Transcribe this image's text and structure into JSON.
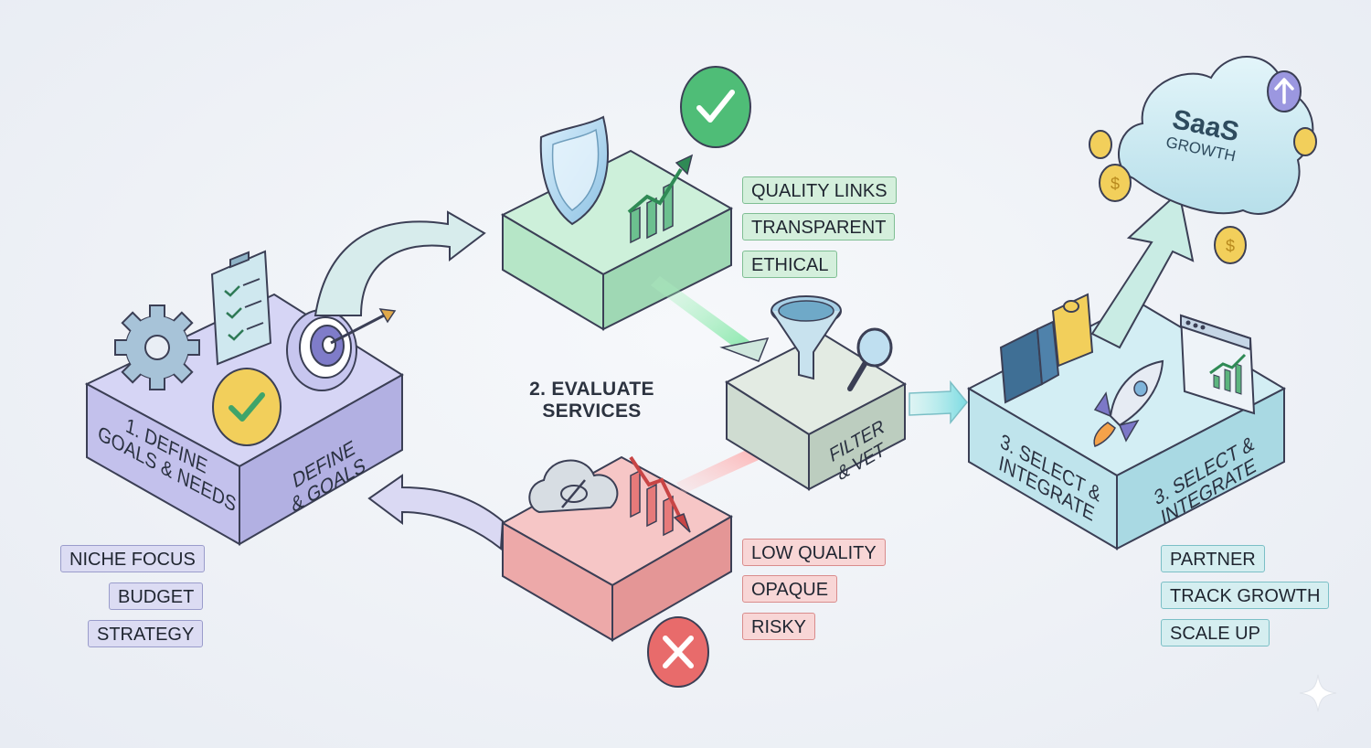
{
  "step1": {
    "front_label": [
      "1. DEFINE",
      "GOALS & NEEDS"
    ],
    "side_label": [
      "DEFINE",
      "& GOALS"
    ],
    "tags": [
      "NICHE FOCUS",
      "BUDGET",
      "STRATEGY"
    ]
  },
  "step2": {
    "title": [
      "2. EVALUATE",
      "SERVICES"
    ],
    "good_tags": [
      "QUALITY LINKS",
      "TRANSPARENT",
      "ETHICAL"
    ],
    "bad_tags": [
      "LOW QUALITY",
      "OPAQUE",
      "RISKY"
    ],
    "filter_label": [
      "FILTER",
      "& VET"
    ]
  },
  "step3": {
    "front_label": [
      "3. SELECT &",
      "INTEGRATE"
    ],
    "side_label": [
      "3. SELECT &",
      "INTEGRATE"
    ],
    "tags": [
      "PARTNER",
      "TRACK GROWTH",
      "SCALE UP"
    ],
    "cloud_title": "SaaS",
    "cloud_subtitle": "GROWTH"
  },
  "colors": {
    "purple": "#c9c8ef",
    "green": "#bfe8cf",
    "red": "#f3b3b3",
    "teal": "#bfe4ec",
    "gray": "#dfe6df",
    "accent_yellow": "#f2cf5b"
  }
}
